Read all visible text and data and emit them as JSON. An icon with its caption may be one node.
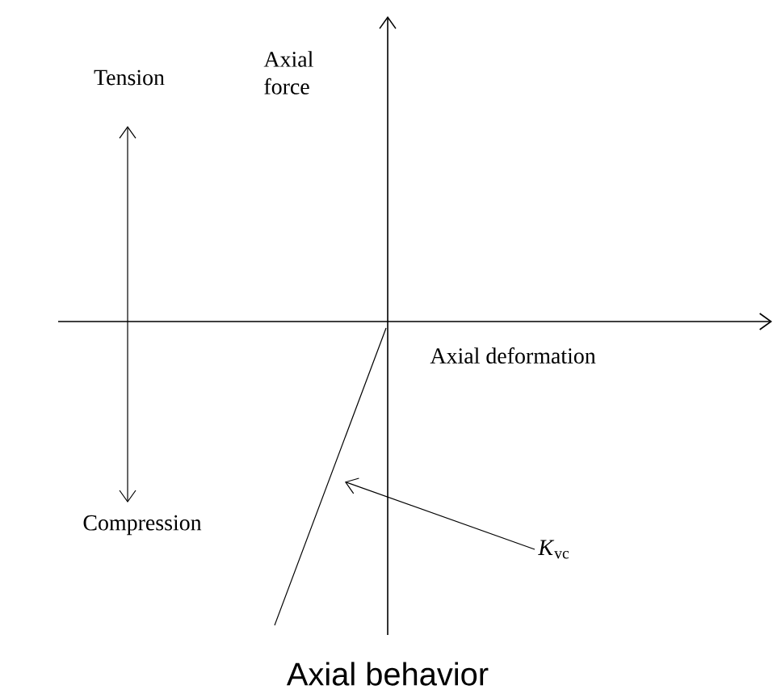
{
  "diagram": {
    "caption": "Axial behavior",
    "nodes": [
      {
        "text": [
          "*K*$_{vc}$"
        ]
      },
      {
        "text": [],
        "shape": "line"
      }
    ],
    "edges": [
      {
        "from": 0,
        "to": 1,
        "arrow": "to"
      }
    ],
    "labels": [
      "Axial force",
      "Tension",
      "Axial deformation",
      "Compression"
    ]
  }
}
